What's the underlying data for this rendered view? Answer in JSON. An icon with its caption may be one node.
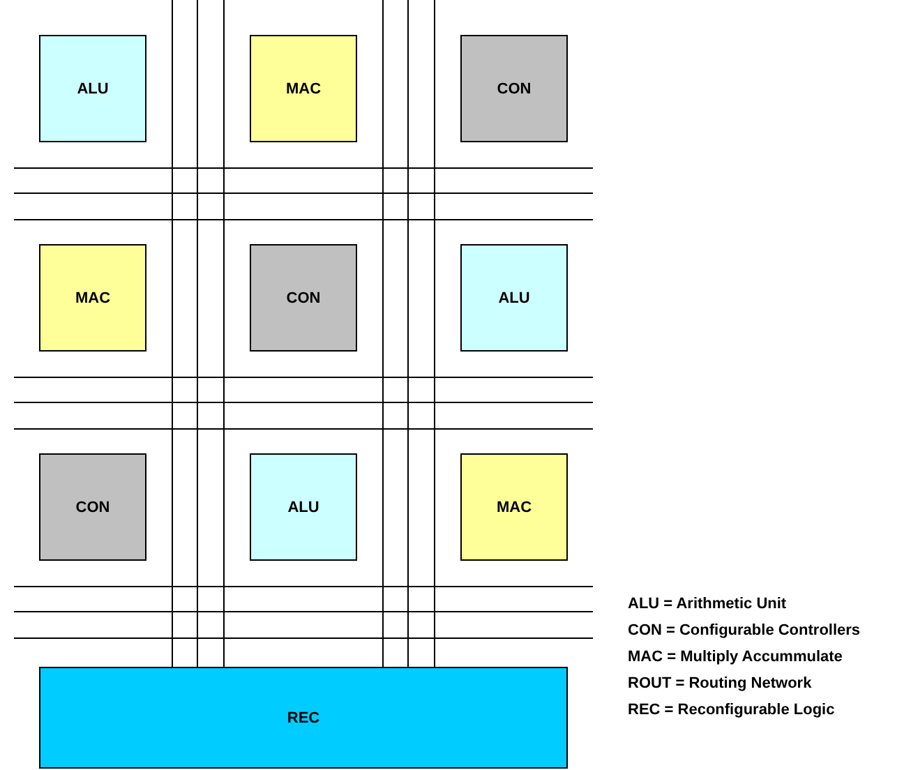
{
  "diagram": {
    "nodes": [
      {
        "text": [
          "ALU"
        ]
      },
      {
        "text": [
          "MAC"
        ]
      },
      {
        "text": [
          "CON"
        ]
      },
      {
        "text": [
          "MAC"
        ]
      },
      {
        "text": [
          "CON"
        ]
      },
      {
        "text": [
          "ALU"
        ]
      },
      {
        "text": [
          "CON"
        ]
      },
      {
        "text": [
          "ALU"
        ]
      },
      {
        "text": [
          "MAC"
        ]
      },
      {
        "text": [
          "REC"
        ]
      }
    ],
    "labels": [
      "ALU = Arithmetic Unit",
      "CON = Configurable Controllers",
      "MAC = Multiply Accummulate",
      "ROUT = Routing Network",
      "REC = Reconfigurable Logic"
    ]
  }
}
